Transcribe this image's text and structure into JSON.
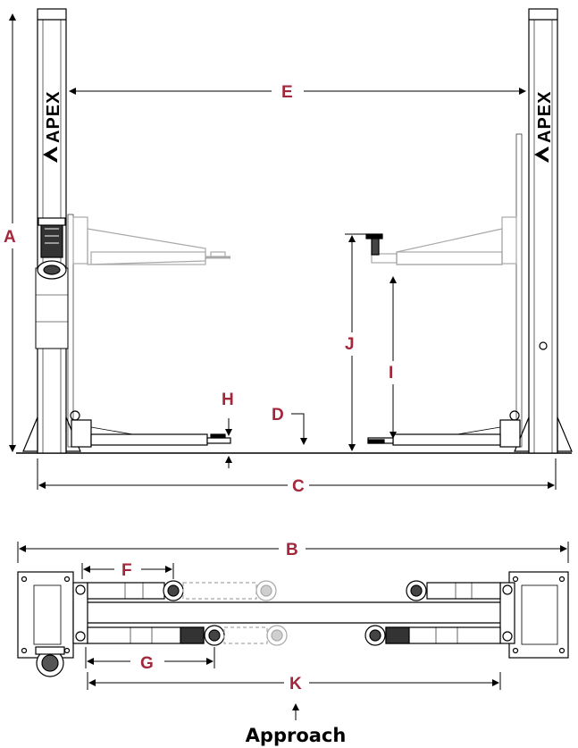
{
  "brand": {
    "name": "APEX"
  },
  "colors": {
    "label": "#a3273a",
    "line": "#000000",
    "ghost": "#a8a8a8"
  },
  "labels": {
    "A": "A",
    "B": "B",
    "C": "C",
    "D": "D",
    "E": "E",
    "F": "F",
    "G": "G",
    "H": "H",
    "I": "I",
    "J": "J",
    "K": "K"
  },
  "approach": {
    "text": "Approach"
  }
}
